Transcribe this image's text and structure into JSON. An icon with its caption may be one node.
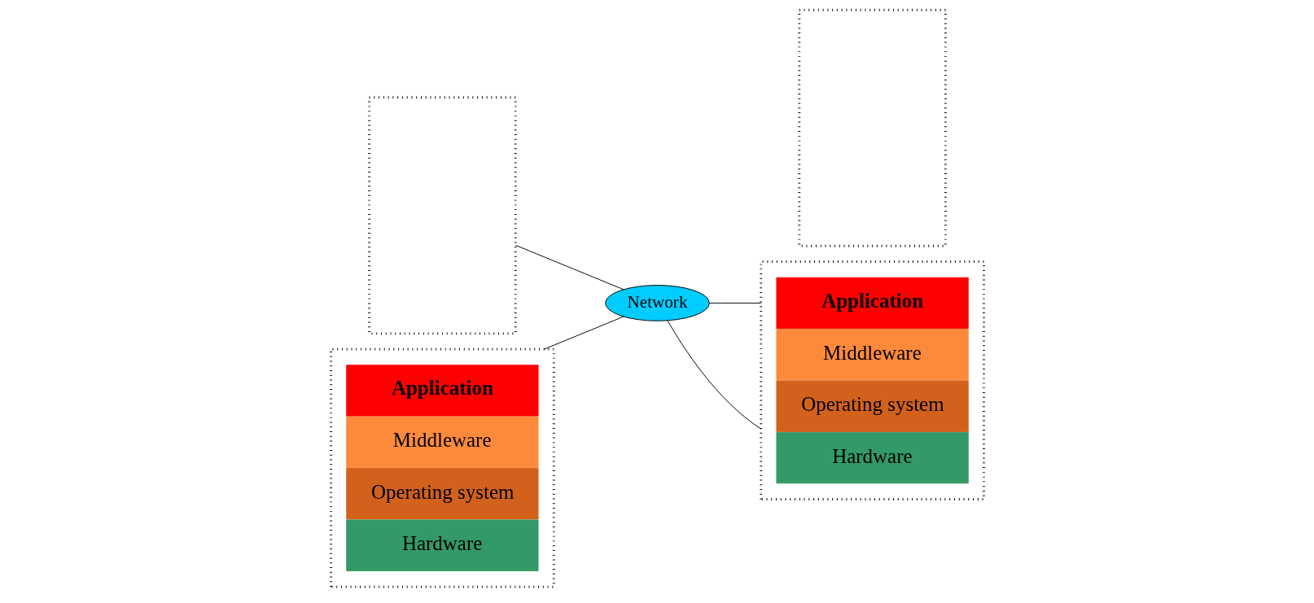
{
  "diagram": {
    "nodes": [
      {
        "text": [],
        "shape": "box"
      },
      {
        "text": [],
        "shape": "box"
      },
      {
        "text": [
          "Application"
        ],
        "in": 1
      },
      {
        "text": [
          "Middleware"
        ],
        "in": 1
      },
      {
        "text": [
          "Operating system"
        ],
        "in": 1
      },
      {
        "text": [
          "Hardware"
        ],
        "in": 1
      },
      {
        "text": [
          "Network"
        ]
      },
      {
        "text": [],
        "shape": "box"
      },
      {
        "text": [],
        "shape": "box"
      },
      {
        "text": [
          "Application"
        ],
        "in": 8
      },
      {
        "text": [
          "Middleware"
        ],
        "in": 8
      },
      {
        "text": [
          "Operating system"
        ],
        "in": 8
      },
      {
        "text": [
          "Hardware"
        ],
        "in": 8
      }
    ],
    "edges": [
      {
        "from": 0,
        "to": 6,
        "arrow": "none"
      },
      {
        "from": 1,
        "to": 6,
        "arrow": "none"
      },
      {
        "from": 6,
        "to": 8,
        "arrow": "none"
      },
      {
        "from": 6,
        "to": 8,
        "arrow": "none"
      }
    ]
  }
}
